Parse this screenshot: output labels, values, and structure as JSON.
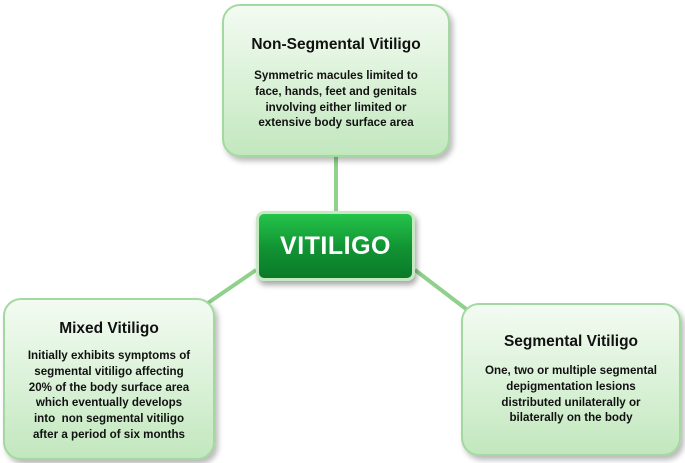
{
  "center": {
    "label": "VITILIGO"
  },
  "nodes": [
    {
      "title": "Non-Segmental Vitiligo",
      "lines": [
        "Symmetric macules limited to",
        "face, hands, feet and genitals",
        "involving either limited or",
        "extensive body surface area"
      ]
    },
    {
      "title": "Mixed Vitiligo",
      "lines": [
        "Initially exhibits symptoms of",
        "segmental vitiligo affecting",
        "20% of the body surface area",
        "which eventually develops",
        "into  non segmental vitiligo",
        "after a period of six months"
      ]
    },
    {
      "title": "Segmental Vitiligo",
      "lines": [
        "One, two or multiple segmental",
        "depigmentation lesions",
        "distributed unilaterally or",
        "bilaterally on the body"
      ]
    }
  ],
  "colors": {
    "connector": "#8fd08a",
    "center_fill": "#119233",
    "node_border": "#a3d9a0"
  }
}
